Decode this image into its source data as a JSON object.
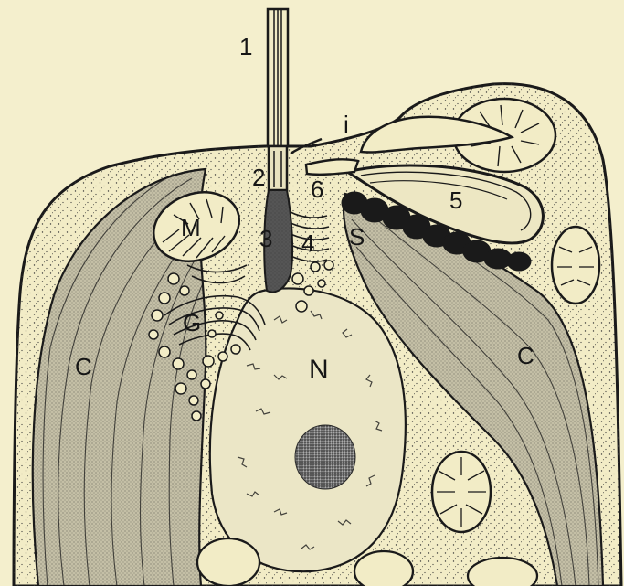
{
  "figure": {
    "background_color": "#f4efcd",
    "ink_color": "#1a1a1a",
    "stipple_color": "#3a3a3a",
    "nucleolus_color": "#5a5a5a",
    "labels": {
      "label_1": "1",
      "label_2": "2",
      "label_3": "3",
      "label_4": "4",
      "label_5": "5",
      "label_6": "6",
      "label_i": "i",
      "label_m": "M",
      "label_g": "G",
      "label_s": "S",
      "label_n": "N",
      "label_c_left": "C",
      "label_c_right": "C"
    }
  }
}
